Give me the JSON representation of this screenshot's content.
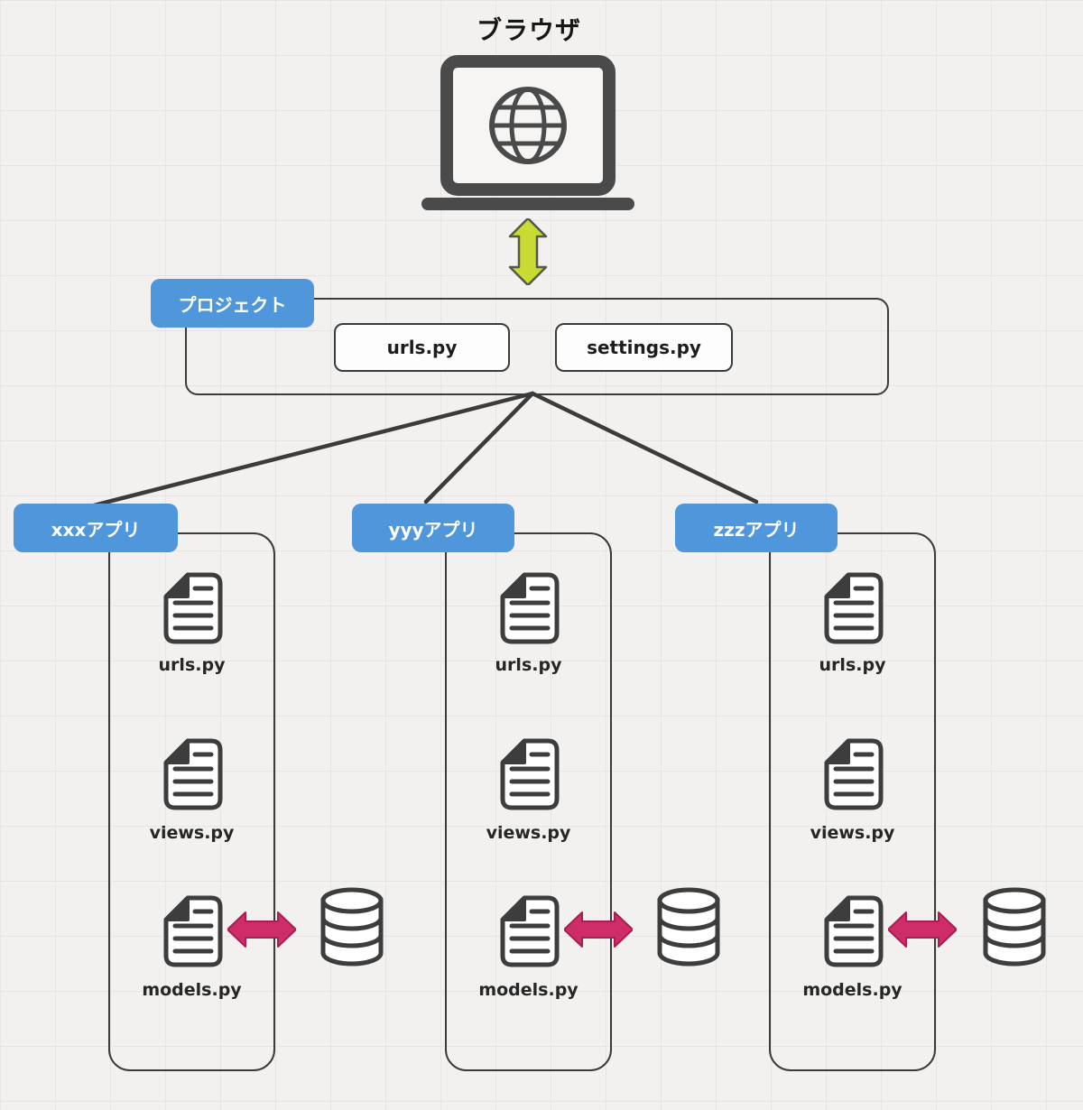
{
  "browser": {
    "title": "ブラウザ",
    "icon": "laptop-globe-icon"
  },
  "flow": {
    "browser_project_link": "double-arrow-vertical",
    "models_db_link": "double-arrow-horizontal"
  },
  "project": {
    "label": "プロジェクト",
    "files": [
      "urls.py",
      "settings.py"
    ]
  },
  "apps": [
    {
      "label": "xxxアプリ",
      "files": [
        "urls.py",
        "views.py",
        "models.py"
      ],
      "database": "database-icon"
    },
    {
      "label": "yyyアプリ",
      "files": [
        "urls.py",
        "views.py",
        "models.py"
      ],
      "database": "database-icon"
    },
    {
      "label": "zzzアプリ",
      "files": [
        "urls.py",
        "views.py",
        "models.py"
      ],
      "database": "database-icon"
    }
  ],
  "colors": {
    "label_blue": "#4f97da",
    "flow_arrow_green": "#c9da33",
    "db_arrow_pink": "#ce2d68",
    "outline_dark": "#3b3b3b",
    "background": "#f2f1ef"
  }
}
